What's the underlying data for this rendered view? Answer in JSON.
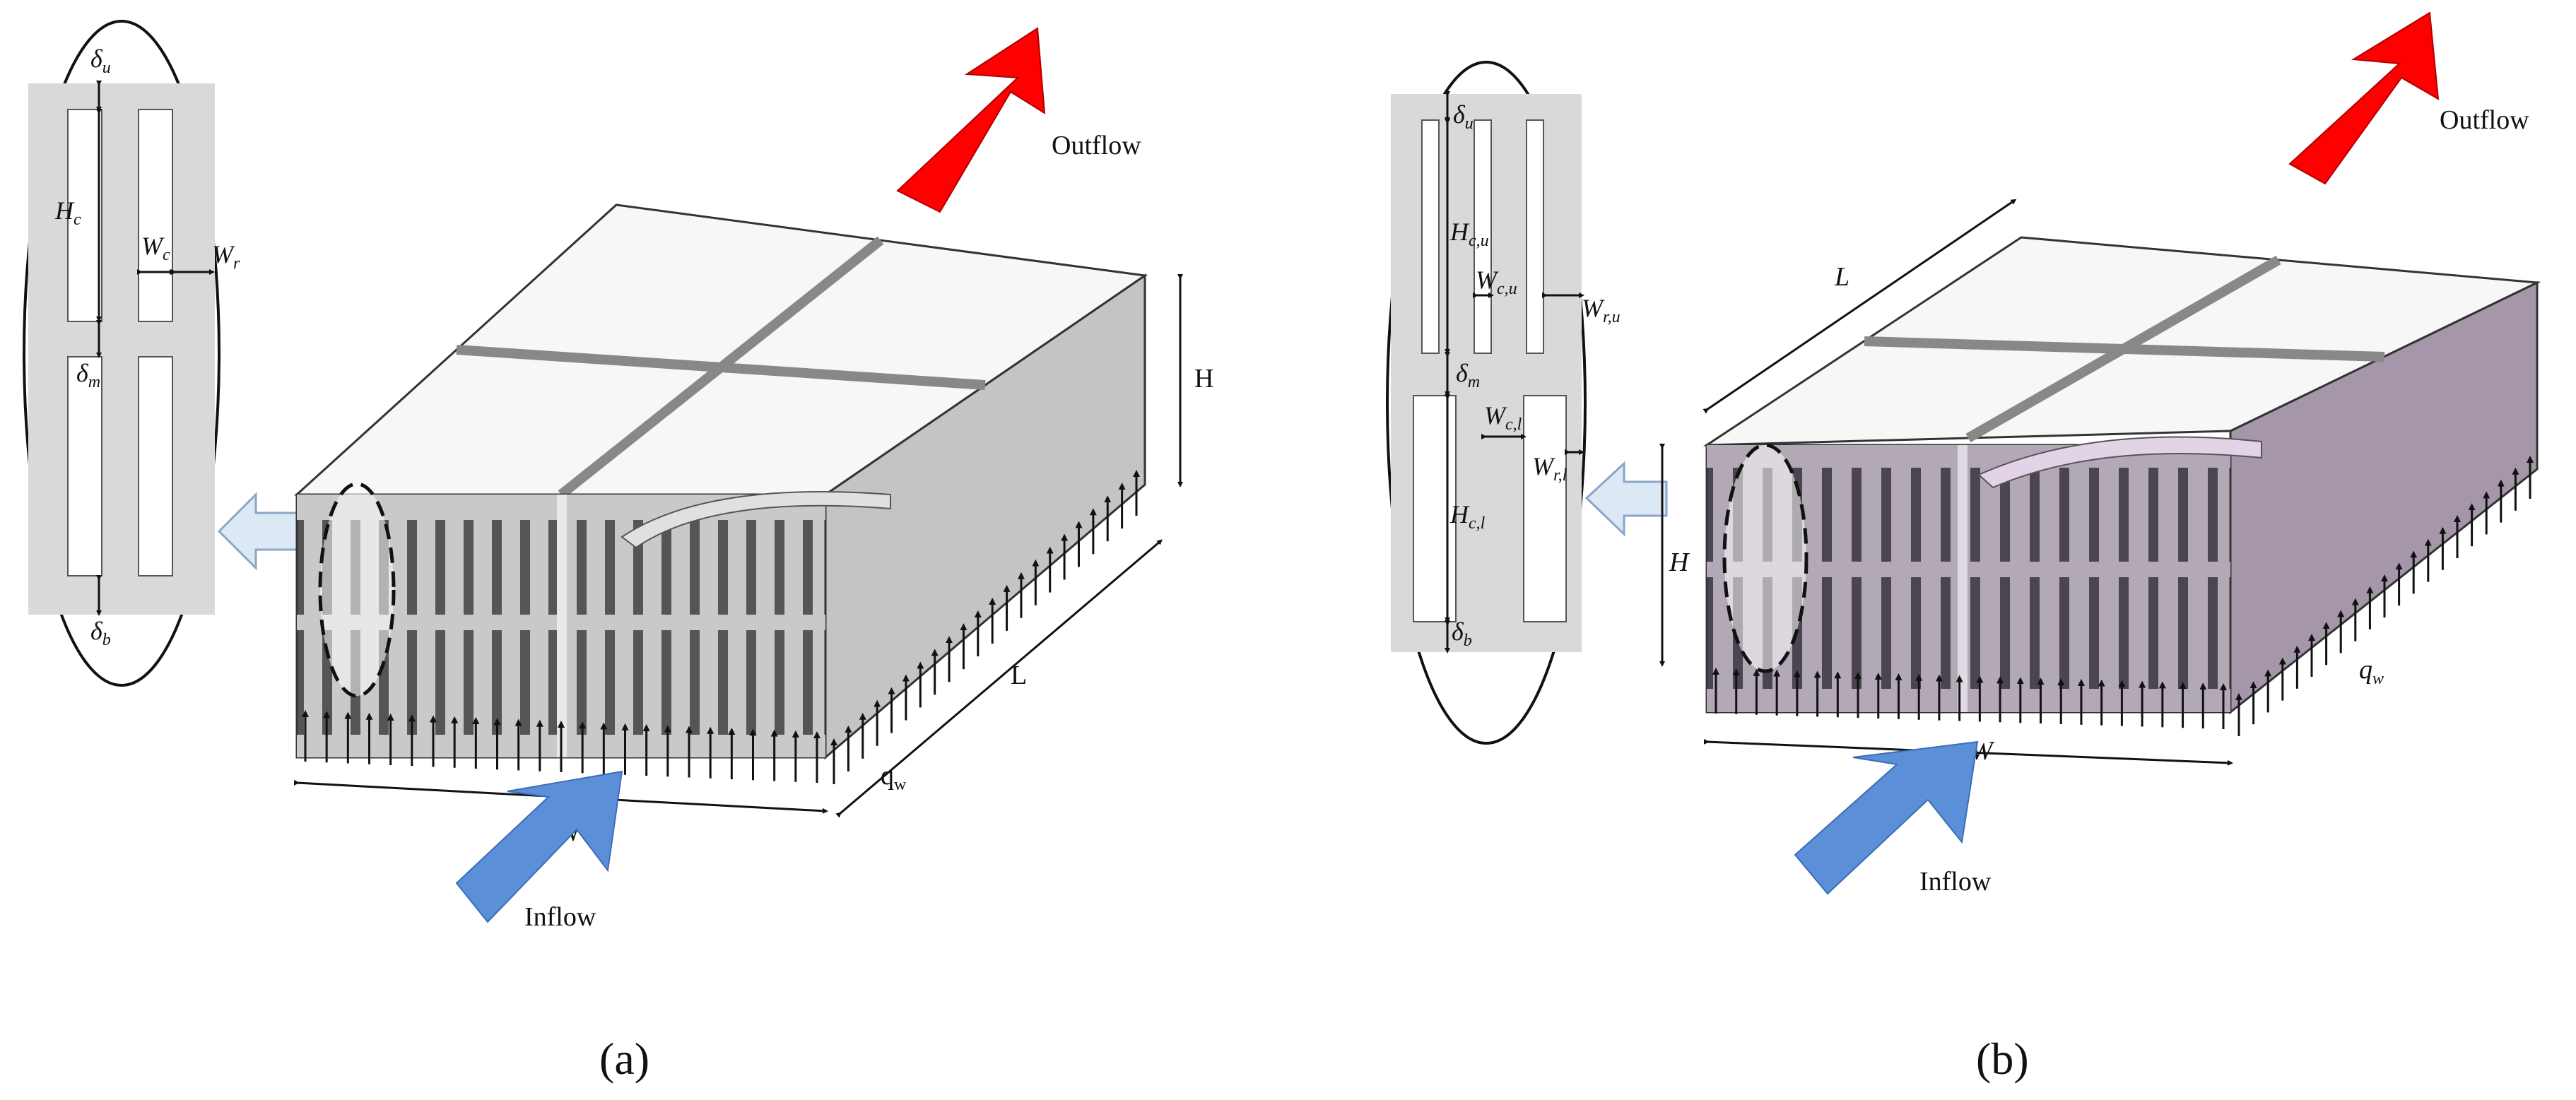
{
  "panel_a": {
    "caption": "(a)",
    "outflow": "Outflow",
    "inflow": "Inflow",
    "dim_H": "H",
    "dim_L": "L",
    "dim_W": "W",
    "qw": {
      "base": "q",
      "sub": "w"
    },
    "detail": {
      "delta_u": {
        "base": "δ",
        "sub": "u"
      },
      "H_c": {
        "base": "H",
        "sub": "c"
      },
      "W_c": {
        "base": "W",
        "sub": "c"
      },
      "W_r": {
        "base": "W",
        "sub": "r"
      },
      "delta_m": {
        "base": "δ",
        "sub": "m"
      },
      "delta_b": {
        "base": "δ",
        "sub": "b"
      }
    }
  },
  "panel_b": {
    "caption": "(b)",
    "outflow": "Outflow",
    "inflow": "Inflow",
    "dim_H": "H",
    "dim_L": "L",
    "dim_W": "W",
    "qw": {
      "base": "q",
      "sub": "w"
    },
    "detail": {
      "delta_u": {
        "base": "δ",
        "sub": "u"
      },
      "H_cu": {
        "base": "H",
        "sub": "c,u"
      },
      "W_cu": {
        "base": "W",
        "sub": "c,u"
      },
      "W_ru": {
        "base": "W",
        "sub": "r,u"
      },
      "delta_m": {
        "base": "δ",
        "sub": "m"
      },
      "W_cl": {
        "base": "W",
        "sub": "c,l"
      },
      "W_rl": {
        "base": "W",
        "sub": "r,l"
      },
      "H_cl": {
        "base": "H",
        "sub": "c,l"
      },
      "delta_b": {
        "base": "δ",
        "sub": "b"
      }
    }
  },
  "colors": {
    "outflow_arrow": "#ff0000",
    "inflow_arrow": "#5b8fd8",
    "pointer_arrow": "#dde8f5",
    "body_gray": "#c8c8c8",
    "body_purple": "#a597a9",
    "detail_fill": "#d9d9d9"
  }
}
